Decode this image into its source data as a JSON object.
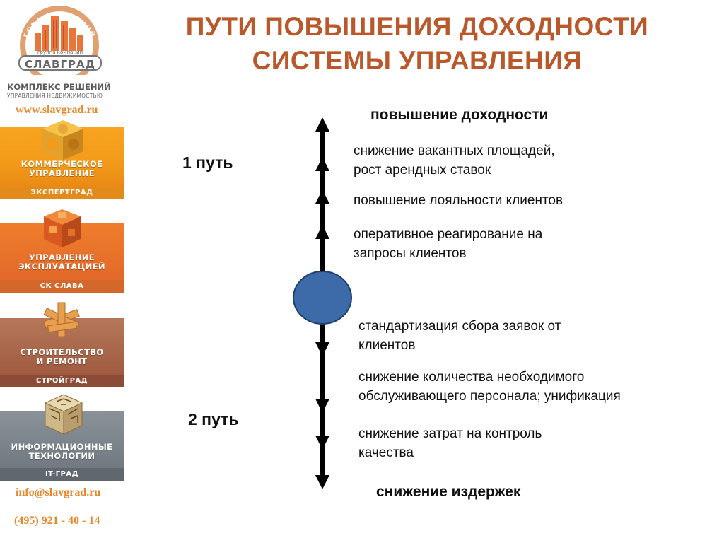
{
  "sidebar": {
    "logo": {
      "ring_text": "ГОРОД РЕШЕНИЙ",
      "group_text": "группа компаний",
      "name": "СЛАВГРАД"
    },
    "complex_title": "КОМПЛЕКС РЕШЕНИЙ",
    "complex_subtitle": "УПРАВЛЕНИЯ НЕДВИЖИМОСТЬЮ",
    "website": "www.slavgrad.ru",
    "blocks": [
      {
        "line1": "КОММЕРЧЕСКОЕ",
        "line2": "УПРАВЛЕНИЕ",
        "sub": "ЭКСПЕРТГРАД",
        "icon": "golden-cube-icon",
        "color": "#f39a1a"
      },
      {
        "line1": "УПРАВЛЕНИЕ",
        "line2": "ЭКСПЛУАТАЦИЕЙ",
        "sub": "СК СЛАВА",
        "icon": "puzzle-cube-icon",
        "color": "#e2692a"
      },
      {
        "line1": "СТРОИТЕЛЬСТВО",
        "line2": "И РЕМОНТ",
        "sub": "СТРОЙГРАД",
        "icon": "wooden-puzzle-icon",
        "color": "#a05a40"
      },
      {
        "line1": "ИНФОРМАЦИОННЫЕ",
        "line2": "ТЕХНОЛОГИИ",
        "sub": "IT-ГРАД",
        "icon": "labyrinth-cube-icon",
        "color": "#707a80"
      }
    ],
    "email": "info@slavgrad.ru",
    "phone": "(495) 921 - 40 - 14"
  },
  "title": {
    "line1": "ПУТИ ПОВЫШЕНИЯ ДОХОДНОСТИ",
    "line2": "СИСТЕМЫ УПРАВЛЕНИЯ"
  },
  "diagram": {
    "top_label": "повышение доходности",
    "bottom_label": "снижение издержек",
    "path1_label": "1 путь",
    "path2_label": "2 путь",
    "upper_items": [
      {
        "line1": "снижение вакантных площадей,",
        "line2": "рост арендных ставок"
      },
      {
        "line1": "повышение лояльности клиентов",
        "line2": ""
      },
      {
        "line1": "оперативное реагирование на",
        "line2": "запросы клиентов"
      }
    ],
    "lower_items": [
      {
        "line1": "стандартизация сбора заявок от",
        "line2": "клиентов"
      },
      {
        "line1": "снижение количества необходимого",
        "line2": "обслуживающего персонала; унификация"
      },
      {
        "line1": "снижение затрат на контроль",
        "line2": "качества"
      }
    ],
    "center_circle_color": "#3d6aa8",
    "title_color": "#b9582a",
    "accent_color": "#e8872a"
  }
}
